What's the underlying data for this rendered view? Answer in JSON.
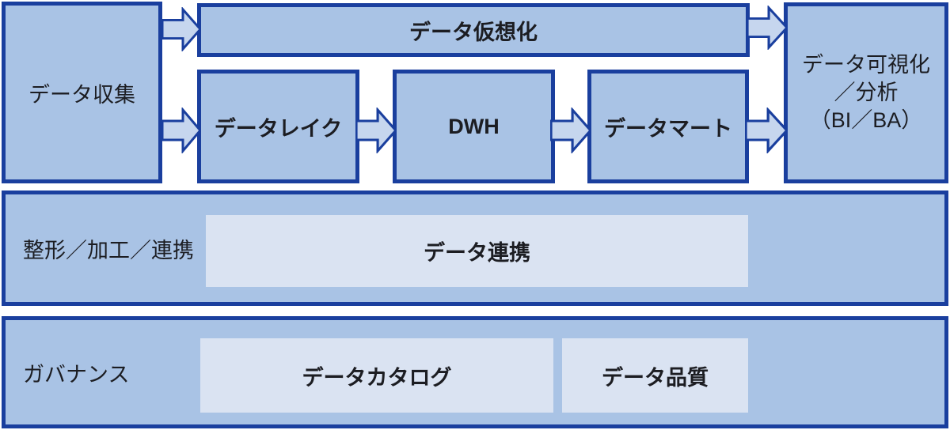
{
  "diagram": {
    "top": {
      "collection": "データ収集",
      "virtualization": "データ仮想化",
      "lake": "データレイク",
      "dwh": "DWH",
      "mart": "データマート",
      "visualization_line1": "データ可視化",
      "visualization_line2": "／分析",
      "visualization_line3": "（BI／BA）"
    },
    "shaping_band": {
      "label": "整形／加工／連携",
      "integration": "データ連携"
    },
    "governance_band": {
      "label": "ガバナンス",
      "catalog": "データカタログ",
      "quality": "データ品質"
    },
    "colors": {
      "border": "#1a3f9e",
      "fill": "#a9c3e5",
      "inner_fill": "#dae3f2",
      "arrow_fill": "#c6d6ee",
      "text": "#1c1d22"
    }
  }
}
